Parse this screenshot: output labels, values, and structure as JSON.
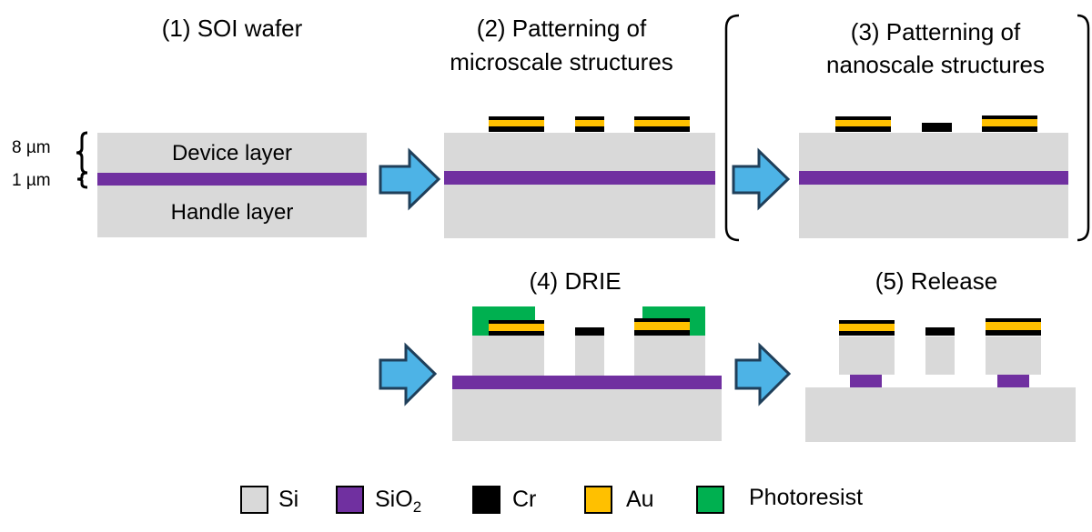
{
  "colors": {
    "si": "#d9d9d9",
    "sio2": "#7030a0",
    "cr": "#000000",
    "au": "#ffc000",
    "photoresist": "#00b050",
    "arrow_fill": "#4db3e6",
    "arrow_stroke": "#1f3f5a"
  },
  "steps": {
    "step1": {
      "title": "(1) SOI wafer"
    },
    "step2": {
      "title_line1": "(2) Patterning of",
      "title_line2": "microscale structures"
    },
    "step3": {
      "title_line1": "(3) Patterning of",
      "title_line2": "nanoscale structures"
    },
    "step4": {
      "title": "(4) DRIE"
    },
    "step5": {
      "title": "(5) Release"
    }
  },
  "layers": {
    "device": "Device layer",
    "handle": "Handle layer"
  },
  "dimensions": {
    "device_thickness": "8 µm",
    "box_thickness": "1 µm"
  },
  "legend": {
    "si": "Si",
    "sio2_prefix": "SiO",
    "sio2_subscript": "2",
    "cr": "Cr",
    "au": "Au",
    "photoresist": "Photoresist"
  }
}
